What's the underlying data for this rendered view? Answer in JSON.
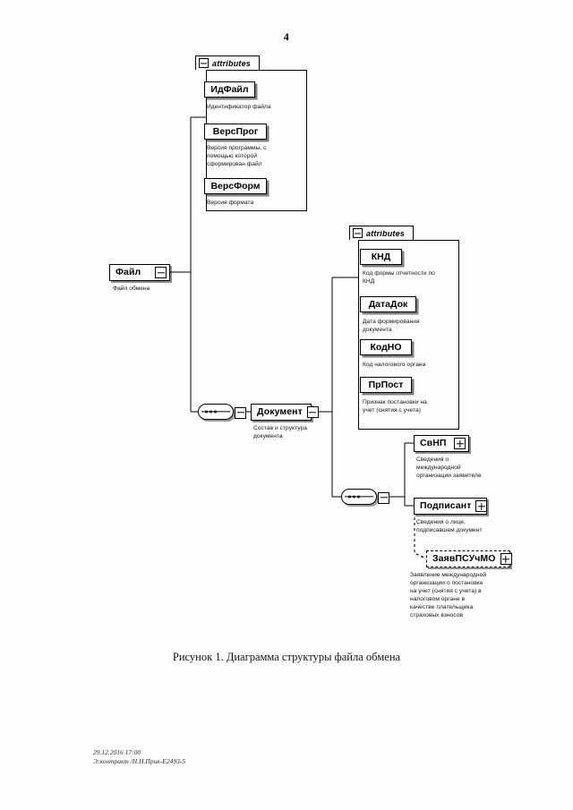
{
  "document": {
    "page_number": "4",
    "caption": "Рисунок 1. Диаграмма структуры файла обмена",
    "footer_line1": "29.12.2016 17:00",
    "footer_line2": "Э:контракт /Н.Н.Прик-Е2493-5"
  },
  "diagram": {
    "attributes_group_label": "attributes",
    "root": {
      "label": "Файл",
      "note": "Файл обмена",
      "toggle": "minus"
    },
    "file_attributes": [
      {
        "label": "ИдФайл",
        "note": "Идентификатор файла"
      },
      {
        "label": "ВерсПрог",
        "note": "Версия программы, с\nпомощью которой\nсформирован файл"
      },
      {
        "label": "ВерсФорм",
        "note": "Версия формата"
      }
    ],
    "document_node": {
      "label": "Документ",
      "note": "Состав и структура\nдокумента",
      "toggle": "minus"
    },
    "document_attributes": [
      {
        "label": "КНД",
        "note": "Код формы отчетности по\nКНД"
      },
      {
        "label": "ДатаДок",
        "note": "Дата формирования\nдокумента"
      },
      {
        "label": "КодНО",
        "note": "Код налогового органа"
      },
      {
        "label": "ПрПост",
        "note": "Признак постановки на\nучет (снятия с учета)"
      }
    ],
    "document_children": [
      {
        "label": "СвНП",
        "note": "Сведения о\nмеждународной\nорганизации заявителе",
        "toggle": "plus",
        "style": "solid"
      },
      {
        "label": "Подписант",
        "note": "Сведения о лице,\nподписавшем документ",
        "toggle": "plus",
        "style": "solid"
      },
      {
        "label": "ЗаявПСУчМО",
        "note": "Заявление международной\nорганизации о постановке\nна учет (снятия с учета) в\nналоговом органе в\nкачестве плательщика\nстраховых взносов",
        "toggle": "plus",
        "style": "dashed"
      }
    ]
  }
}
